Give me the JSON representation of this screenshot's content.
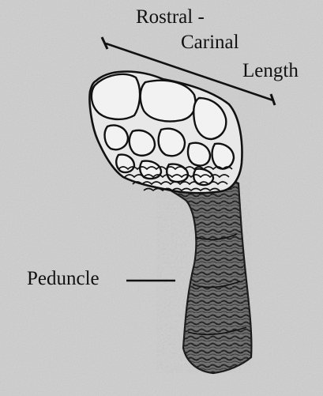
{
  "figure": {
    "labels": {
      "length_line1": "Rostral -",
      "length_line2": "Carinal",
      "length_line3": "Length",
      "peduncle": "Peduncle"
    },
    "colors": {
      "background": "#cfcfcf",
      "ink": "#111111",
      "plate_fill": "#eeeeee",
      "stalk_fill": "#5a5a5a"
    }
  }
}
